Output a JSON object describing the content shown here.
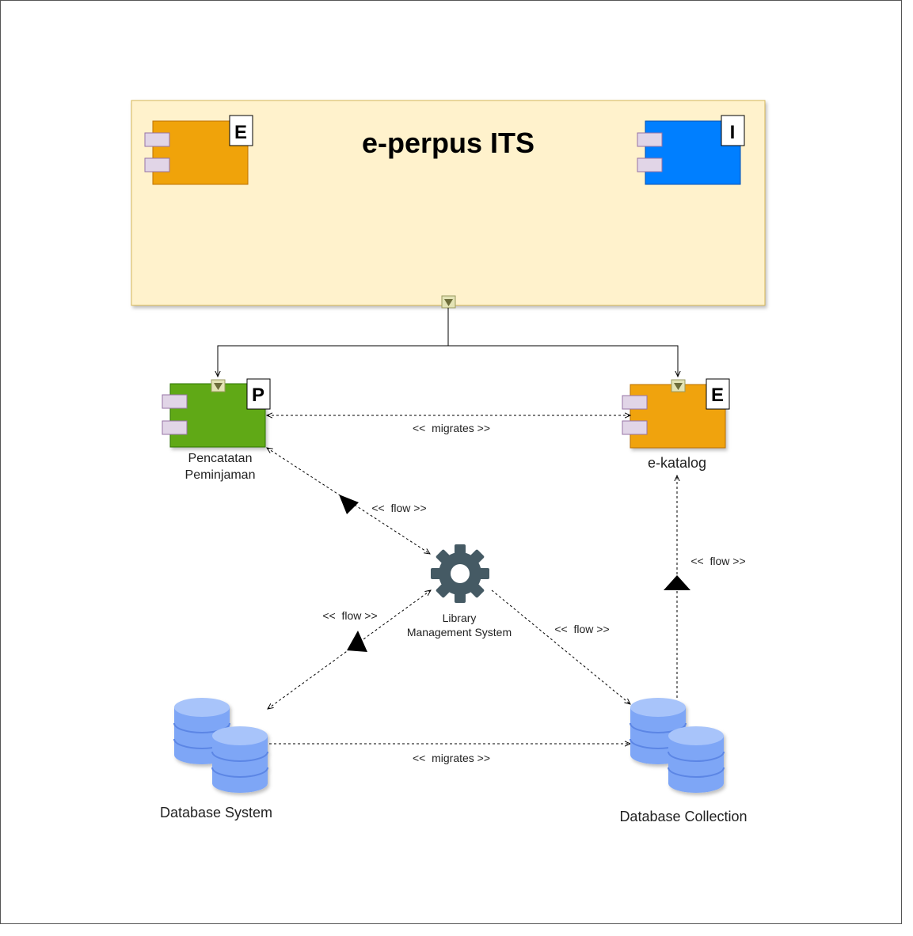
{
  "title": "e-perpus ITS",
  "components": {
    "container_tag_left": "E",
    "container_tag_right": "I",
    "pencatatan": {
      "tag": "P",
      "label_line1": "Pencatatan",
      "label_line2": "Peminjaman"
    },
    "ekatalog": {
      "tag": "E",
      "label": "e-katalog"
    },
    "lms": {
      "label_line1": "Library",
      "label_line2": "Management System"
    },
    "db_system": {
      "label": "Database System"
    },
    "db_collection": {
      "label": "Database Collection"
    }
  },
  "relations": {
    "migrates_top": "<<  migrates >>",
    "migrates_bottom": "<<  migrates >>",
    "flow_pencatatan_lms": "<<  flow >>",
    "flow_lms_dbsystem": "<<  flow >>",
    "flow_lms_dbcollection": "<<  flow >>",
    "flow_dbcollection_ekatalog": "<<  flow >>"
  },
  "colors": {
    "container_fill": "#fff2cc",
    "container_stroke": "#d6b656",
    "orange": "#f0a30a",
    "blue": "#007fff",
    "green": "#60a917",
    "port": "#e1d5e7",
    "gear": "#455a64",
    "db": "#7ea6f6"
  }
}
